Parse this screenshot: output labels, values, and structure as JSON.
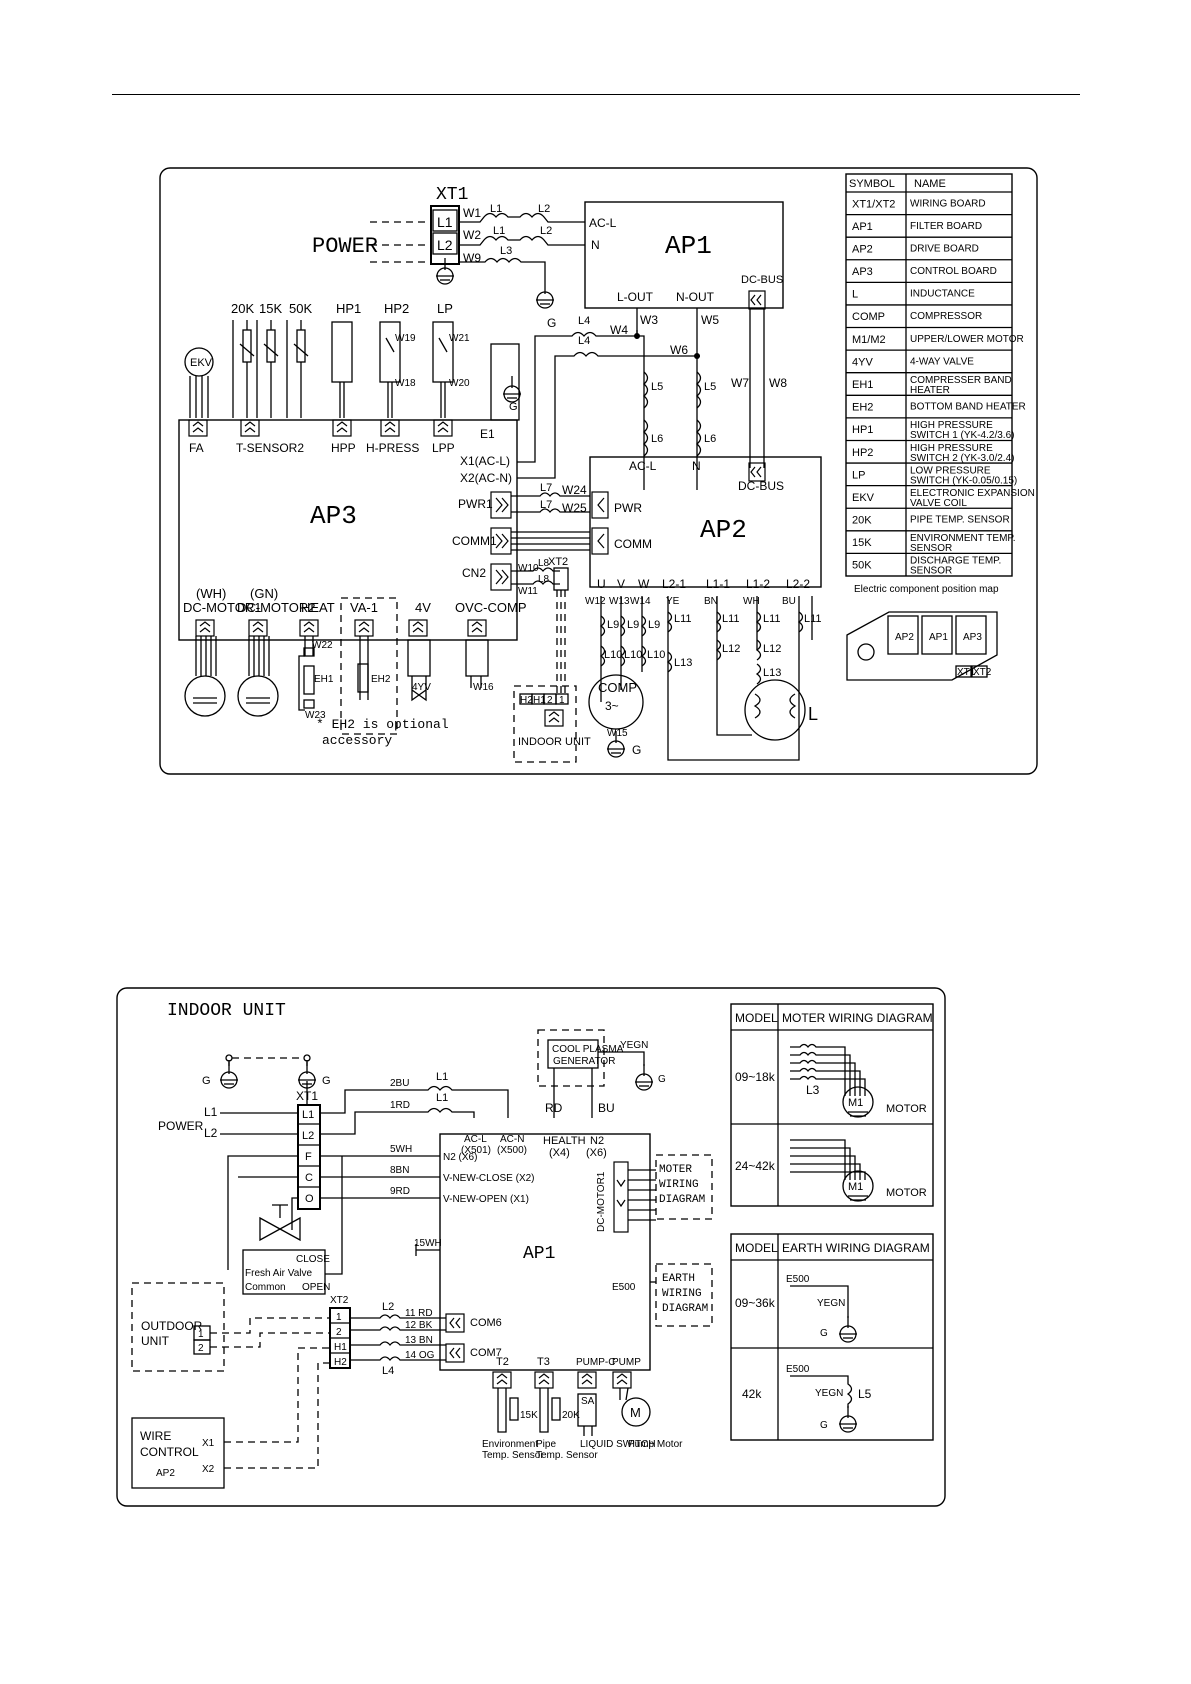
{
  "outdoor": {
    "xt1": "XT1",
    "power": "POWER",
    "terminals": [
      "L1",
      "L2"
    ],
    "wires_in": [
      "W1",
      "W2",
      "W9"
    ],
    "inductors_top": [
      "L1",
      "L2",
      "L1",
      "L2",
      "L3"
    ],
    "ap1": {
      "name": "AP1",
      "ac_l": "AC-L",
      "n": "N",
      "l_out": "L-OUT",
      "n_out": "N-OUT",
      "dc_bus": "DC-BUS"
    },
    "ground": "G",
    "sensors": [
      "20K",
      "15K",
      "50K",
      "HP1",
      "HP2",
      "LP"
    ],
    "sensor_wires": [
      "W19",
      "W18",
      "W21",
      "W20"
    ],
    "ekv": "EKV",
    "ap3": {
      "name": "AP3",
      "fa": "FA",
      "t_sensor": "T-SENSOR2",
      "hpp": "HPP",
      "h_press": "H-PRESS",
      "lpp": "LPP",
      "e1": "E1",
      "x1": "X1(AC-L)",
      "x2": "X2(AC-N)",
      "pwr1": "PWR1",
      "comm1": "COMM1",
      "cn2": "CN2"
    },
    "mid_wires": [
      "W3",
      "W4",
      "W5",
      "W6",
      "W7",
      "W8",
      "W24",
      "W25",
      "W10",
      "W11"
    ],
    "mid_ind": [
      "L4",
      "L4",
      "L5",
      "L5",
      "L6",
      "L6",
      "L7",
      "L7",
      "L8",
      "L8"
    ],
    "xt2": "XT2",
    "ap2": {
      "name": "AP2",
      "ac_l": "AC-L",
      "n": "N",
      "dc_bus": "DC-BUS",
      "pwr": "PWR",
      "comm": "COMM",
      "uvw": [
        "U",
        "V",
        "W"
      ],
      "lterms": [
        "L2-1",
        "L1-1",
        "L1-2",
        "L2-2"
      ]
    },
    "comp_wires": [
      "W12",
      "W13",
      "W14"
    ],
    "comp_ind": [
      "L9",
      "L9",
      "L9",
      "L10",
      "L10",
      "L10"
    ],
    "colors_out": [
      "YE",
      "BN",
      "WH",
      "BU"
    ],
    "reactor_ind": [
      "L11",
      "L11",
      "L11",
      "L11",
      "L12",
      "L12",
      "L13",
      "L13"
    ],
    "comp": {
      "name": "COMP",
      "phase": "3~",
      "wire": "W15",
      "g": "G"
    },
    "big_l": "L",
    "loads": {
      "wh": "(WH)",
      "gn": "(GN)",
      "m1": "DC-MOTOR1",
      "m2": "DC-MOTOR2",
      "heat": "HEAT",
      "va1": "VA-1",
      "v4": "4V",
      "ovc": "OVC-COMP",
      "w22": "W22",
      "w23": "W23",
      "eh1": "EH1",
      "eh2": "EH2",
      "yv": "4YV",
      "w16": "W16"
    },
    "indoor_unit": {
      "label": "INDOOR UNIT",
      "terms": [
        "H2",
        "H1",
        "2",
        "1"
      ]
    },
    "note1": "* EH2 is optional",
    "note2": "accessory",
    "table": {
      "header": [
        "SYMBOL",
        "NAME"
      ],
      "rows": [
        [
          "XT1/XT2",
          "WIRING BOARD",
          ""
        ],
        [
          "AP1",
          "FILTER BOARD",
          ""
        ],
        [
          "AP2",
          "DRIVE BOARD",
          ""
        ],
        [
          "AP3",
          "CONTROL BOARD",
          ""
        ],
        [
          "L",
          "INDUCTANCE",
          ""
        ],
        [
          "COMP",
          "COMPRESSOR",
          ""
        ],
        [
          "M1/M2",
          "UPPER/LOWER MOTOR",
          ""
        ],
        [
          "4YV",
          "4-WAY VALVE",
          ""
        ],
        [
          "EH1",
          "COMPRESSER BAND",
          "HEATER"
        ],
        [
          "EH2",
          "BOTTOM BAND HEATER",
          ""
        ],
        [
          "HP1",
          "HIGH PRESSURE",
          "SWITCH 1 (YK-4.2/3.6)"
        ],
        [
          "HP2",
          "HIGH PRESSURE",
          "SWITCH 2 (YK-3.0/2.4)"
        ],
        [
          "LP",
          "LOW PRESSURE",
          "SWITCH  (YK-0.05/0.15)"
        ],
        [
          "EKV",
          "ELECTRONIC EXPANSION",
          "VALVE COIL"
        ],
        [
          "20K",
          "PIPE TEMP. SENSOR",
          ""
        ],
        [
          "15K",
          "ENVIRONMENT TEMP.",
          "SENSOR"
        ],
        [
          "50K",
          "DISCHARGE TEMP.",
          "SENSOR"
        ]
      ]
    },
    "position_map": {
      "title": "Electric component position map",
      "boards": [
        "AP2",
        "AP1",
        "AP3"
      ],
      "terms": [
        "XT1",
        "XT2"
      ]
    }
  },
  "indoor": {
    "title": "INDOOR UNIT",
    "g": [
      "G",
      "G",
      "G"
    ],
    "power": "POWER",
    "lines": [
      "L1",
      "L2"
    ],
    "xt1": "XT1",
    "xt1_terms": [
      "L1",
      "L2",
      "F",
      "C",
      "O"
    ],
    "wires": [
      "2BU",
      "1RD",
      "5WH",
      "8BN",
      "9RD",
      "15WH"
    ],
    "ind": [
      "L1",
      "L1"
    ],
    "ap1": {
      "name": "AP1",
      "acl": "AC-L",
      "acl_x": "(X501)",
      "acn": "AC-N",
      "acn_x": "(X500)",
      "health": "HEALTH",
      "health_x": "(X4)",
      "n2": "N2",
      "n2_x": "(X6)",
      "n2_in": "N2 (X6)",
      "close": "V-NEW-CLOSE (X2)",
      "open": "V-NEW-OPEN (X1)",
      "dcm": "DC-MOTOR1",
      "e500": "E500",
      "com6": "COM6",
      "com7": "COM7",
      "t2": "T2",
      "t3": "T3",
      "pumpc": "PUMP-C",
      "pump": "PUMP"
    },
    "plasma": [
      "COOL PLASMA",
      "GENERATOR"
    ],
    "yegn": "YEGN",
    "rd": "RD",
    "bu": "BU",
    "moter_box": [
      "MOTER",
      "WIRING",
      "DIAGRAM"
    ],
    "earth_box": [
      "EARTH",
      "WIRING",
      "DIAGRAM"
    ],
    "fresh": {
      "close": "CLOSE",
      "name": "Fresh Air Valve",
      "common": "Common",
      "open": "OPEN"
    },
    "outdoor": [
      "OUTDOOR",
      "UNIT"
    ],
    "od_terms": [
      "1",
      "2"
    ],
    "xt2": "XT2",
    "xt2_terms": [
      "1",
      "2",
      "H1",
      "H2"
    ],
    "comm_wires": [
      "11 RD",
      "12 BK",
      "13 BN",
      "14 OG"
    ],
    "comm_ind": [
      "L2",
      "L4"
    ],
    "wire_ctrl": [
      "WIRE",
      "CONTROL",
      "AP2"
    ],
    "wc_x": [
      "X1",
      "X2"
    ],
    "sensor_vals": [
      "15K",
      "20K"
    ],
    "sa": "SA",
    "m": "M",
    "sensor_labels": [
      "Environment",
      "Temp. Sensor",
      "Pipe",
      "Temp. Sensor",
      "LIQUID SWITCH",
      "Pump Motor"
    ],
    "moter_table": {
      "h1": "MODEL",
      "h2": "MOTER WIRING DIAGRAM",
      "rows": [
        "09~18k",
        "24~42k"
      ],
      "l3": "L3",
      "m1": "M1",
      "motor": "MOTOR"
    },
    "earth_table": {
      "h1": "MODEL",
      "h2": "EARTH WIRING DIAGRAM",
      "rows": [
        "09~36k",
        "42k"
      ],
      "e500": "E500",
      "yegn": "YEGN",
      "g": "G",
      "l5": "L5"
    }
  }
}
